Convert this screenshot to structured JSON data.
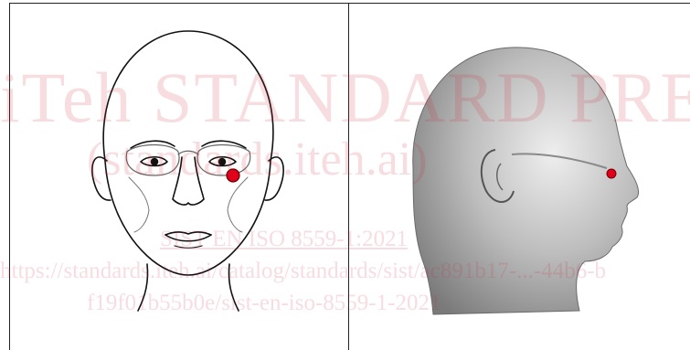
{
  "figure": {
    "left_panel": {
      "subject": "frontal head line drawing",
      "marker_color": "#e0001b"
    },
    "right_panel": {
      "subject": "grayscale 3D head scan, side profile",
      "marker_color": "#e0001b"
    }
  },
  "watermark": {
    "line1": "iTeh STANDARD PREVIEW",
    "line2": "(standards.iteh.ai)",
    "line3": "SIST EN ISO 8559-1:2021",
    "line4": "https://standards.iteh.ai/catalog/standards/sist/ac891b17-...-44b6-b",
    "line5": "f19f01b55b0e/sist-en-iso-8559-1-2021",
    "color": "#cd283c"
  }
}
